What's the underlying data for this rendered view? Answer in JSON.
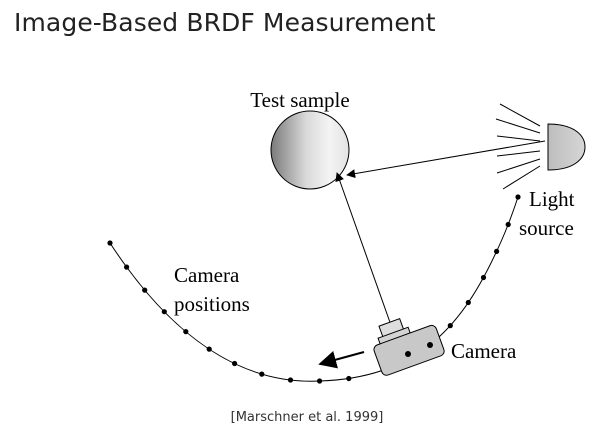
{
  "title": "Image-Based BRDF Measurement",
  "diagram": {
    "test_sample_label": "Test sample",
    "light_label_line1": "Light",
    "light_label_line2": "source",
    "camera_positions_line1": "Camera",
    "camera_positions_line2": "positions",
    "camera_label": "Camera",
    "colors": {
      "sphere_dark": "#7a7a7a",
      "sphere_light": "#f4f4f4",
      "light_fill": "#d6d6d6",
      "camera_fill": "#c8c8c8",
      "stroke": "#000000"
    }
  },
  "citation": "[Marschner et al. 1999]"
}
